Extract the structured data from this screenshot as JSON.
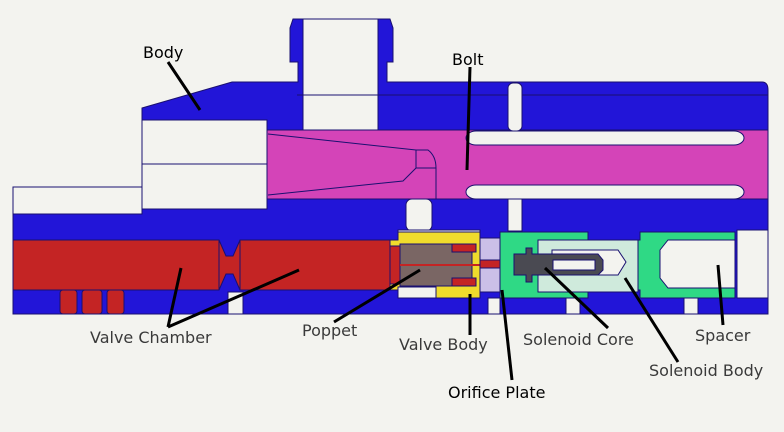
{
  "diagram": {
    "title": "Solenoid valve cross-section",
    "labels": {
      "body": "Body",
      "bolt": "Bolt",
      "valve_chamber": "Valve Chamber",
      "poppet": "Poppet",
      "valve_body": "Valve Body",
      "orifice_plate": "Orifice Plate",
      "solenoid_core": "Solenoid Core",
      "solenoid_body": "Solenoid Body",
      "spacer": "Spacer"
    },
    "colors": {
      "background": "#f3f3ef",
      "body": "#2215d8",
      "bolt": "#d444b8",
      "valve_chamber": "#c42424",
      "poppet": "#7a6664",
      "valve_body": "#f0dc2c",
      "orifice_plate": "#cbbfe8",
      "solenoid_core": "#4a4a52",
      "solenoid_body": "#cfeadc",
      "solenoid_housing": "#2fd985",
      "outline": "#1a1070",
      "leader": "#000000",
      "label_dark": "#000000",
      "label_grey": "#3a3a3a"
    }
  }
}
